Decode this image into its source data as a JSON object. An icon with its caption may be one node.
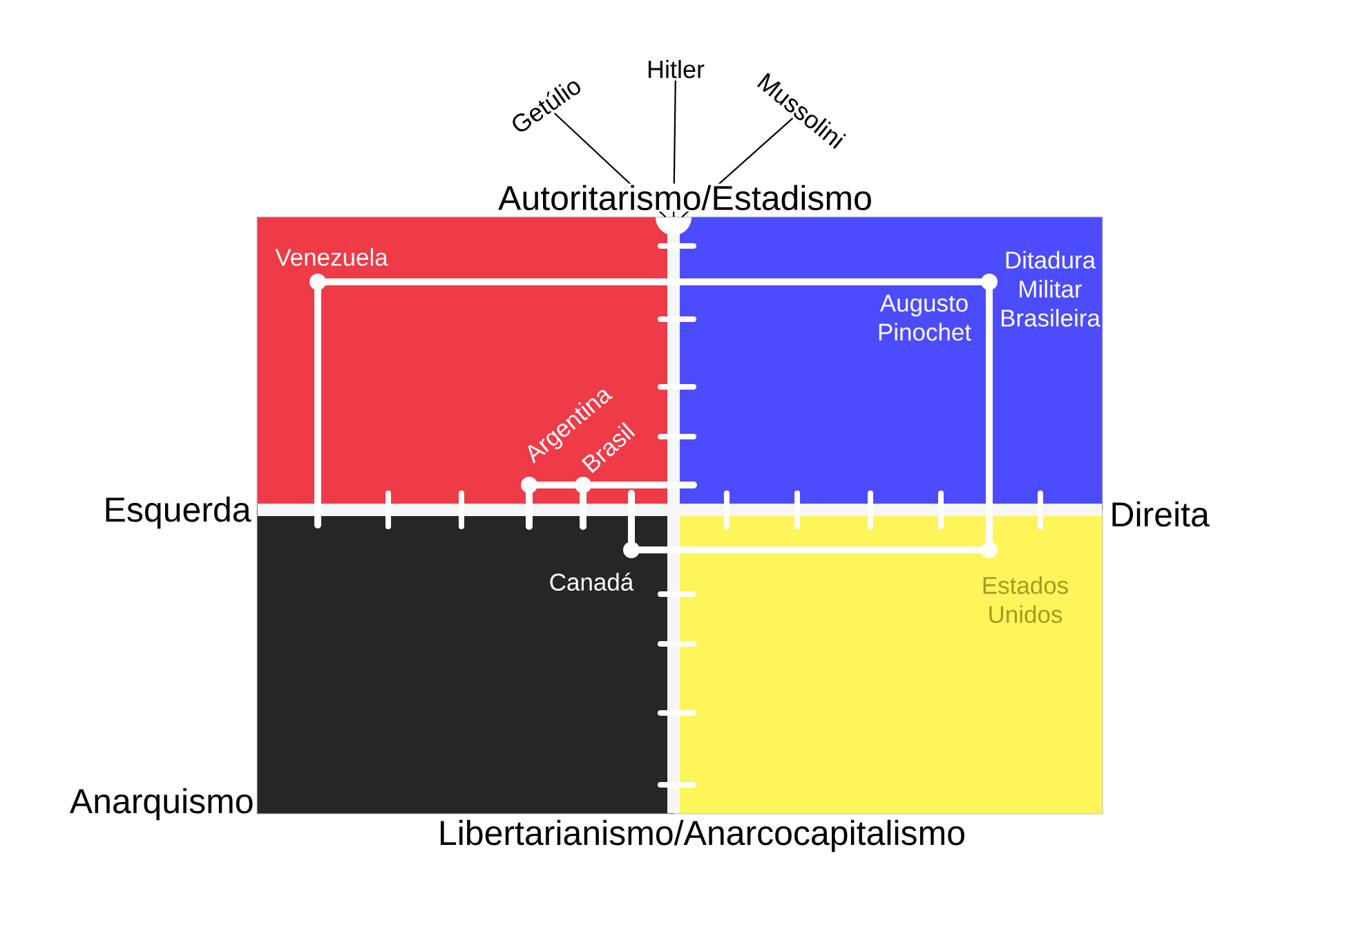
{
  "diagram": {
    "nodes": [
      {
        "text": [
          "Getúlio"
        ]
      },
      {
        "text": [
          "Hitler"
        ]
      },
      {
        "text": [
          "Mussolini"
        ]
      },
      {
        "text": [],
        "shape": "circle"
      }
    ],
    "edges": [
      {
        "from": 0,
        "to": 3,
        "arrow": "none"
      },
      {
        "from": 1,
        "to": 3,
        "arrow": "none"
      },
      {
        "from": 2,
        "to": 3,
        "arrow": "none"
      }
    ],
    "labels": [
      "Autoritarismo/Estadismo",
      "Venezuela",
      "Ditadura Militar Brasileira",
      "Augusto Pinochet",
      "Argentina",
      "Brasil",
      "Esquerda",
      "Direita",
      "Canadá",
      "Estados Unidos",
      "Anarquismo",
      "Libertarianismo/Anarcocapitalismo"
    ]
  }
}
